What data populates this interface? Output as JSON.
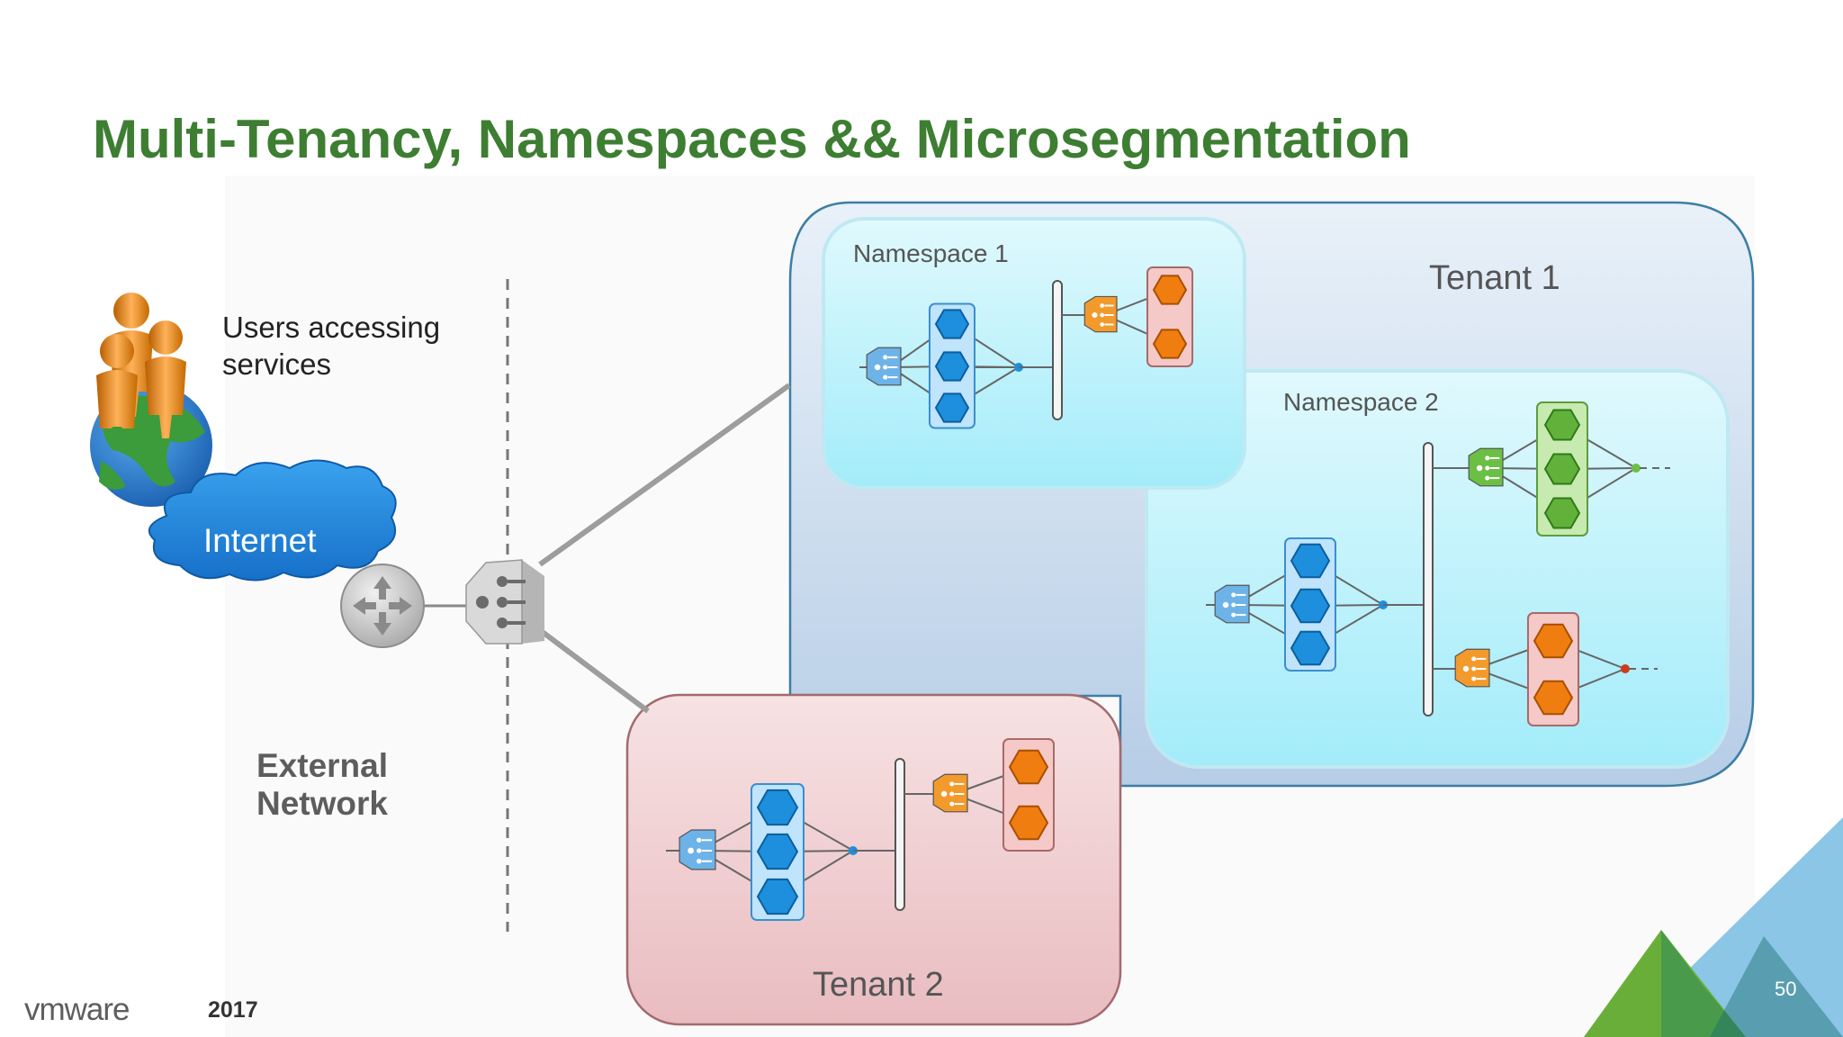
{
  "title": "Multi-Tenancy, Namespaces && Microsegmentation",
  "users_label": "Users accessing services",
  "internet_label": "Internet",
  "external_network_label": "External Network",
  "namespace1_label": "Namespace 1",
  "namespace2_label": "Namespace 2",
  "tenant1_label": "Tenant 1",
  "tenant2_label": "Tenant 2",
  "footer": {
    "logo": "vmware",
    "year": "2017",
    "page_number": "50"
  },
  "colors": {
    "title_green": "#3d7e32",
    "tenant1_fill": "#c6d9ec",
    "tenant2_fill": "#f3d3d6",
    "namespace_fill": "#a9edfb",
    "blue_pod": "#1e8fdc",
    "orange_pod": "#f07d10",
    "green_pod": "#62b13b",
    "accent_green": "#6aae3a",
    "accent_blue": "#8bc6e6"
  },
  "icons": [
    "users-icon",
    "globe-icon",
    "internet-cloud-icon",
    "router-icon",
    "load-balancer-icon",
    "logical-switch-icon",
    "pod-icon"
  ]
}
